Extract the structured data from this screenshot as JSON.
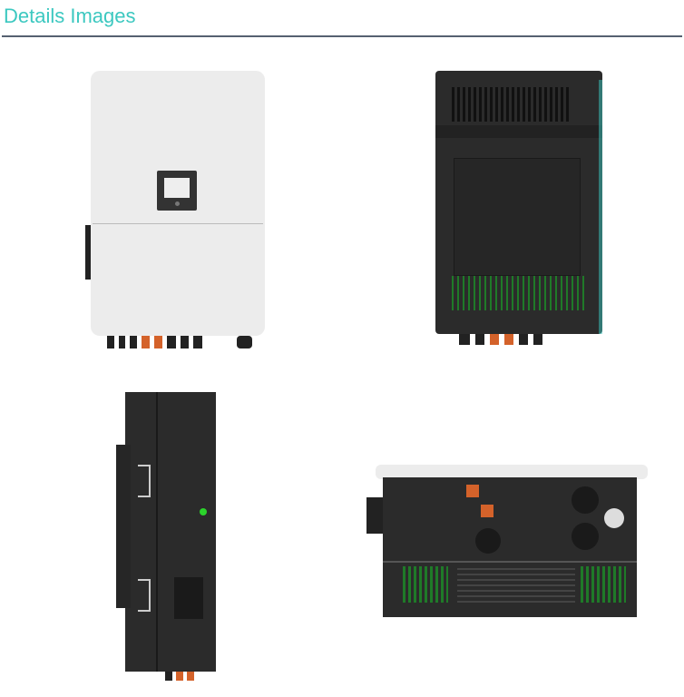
{
  "header": {
    "title": "Details Images",
    "accent": "#3cc8c0"
  },
  "images": [
    {
      "name": "inverter-front-view"
    },
    {
      "name": "inverter-back-view"
    },
    {
      "name": "inverter-side-view"
    },
    {
      "name": "inverter-bottom-view"
    }
  ]
}
